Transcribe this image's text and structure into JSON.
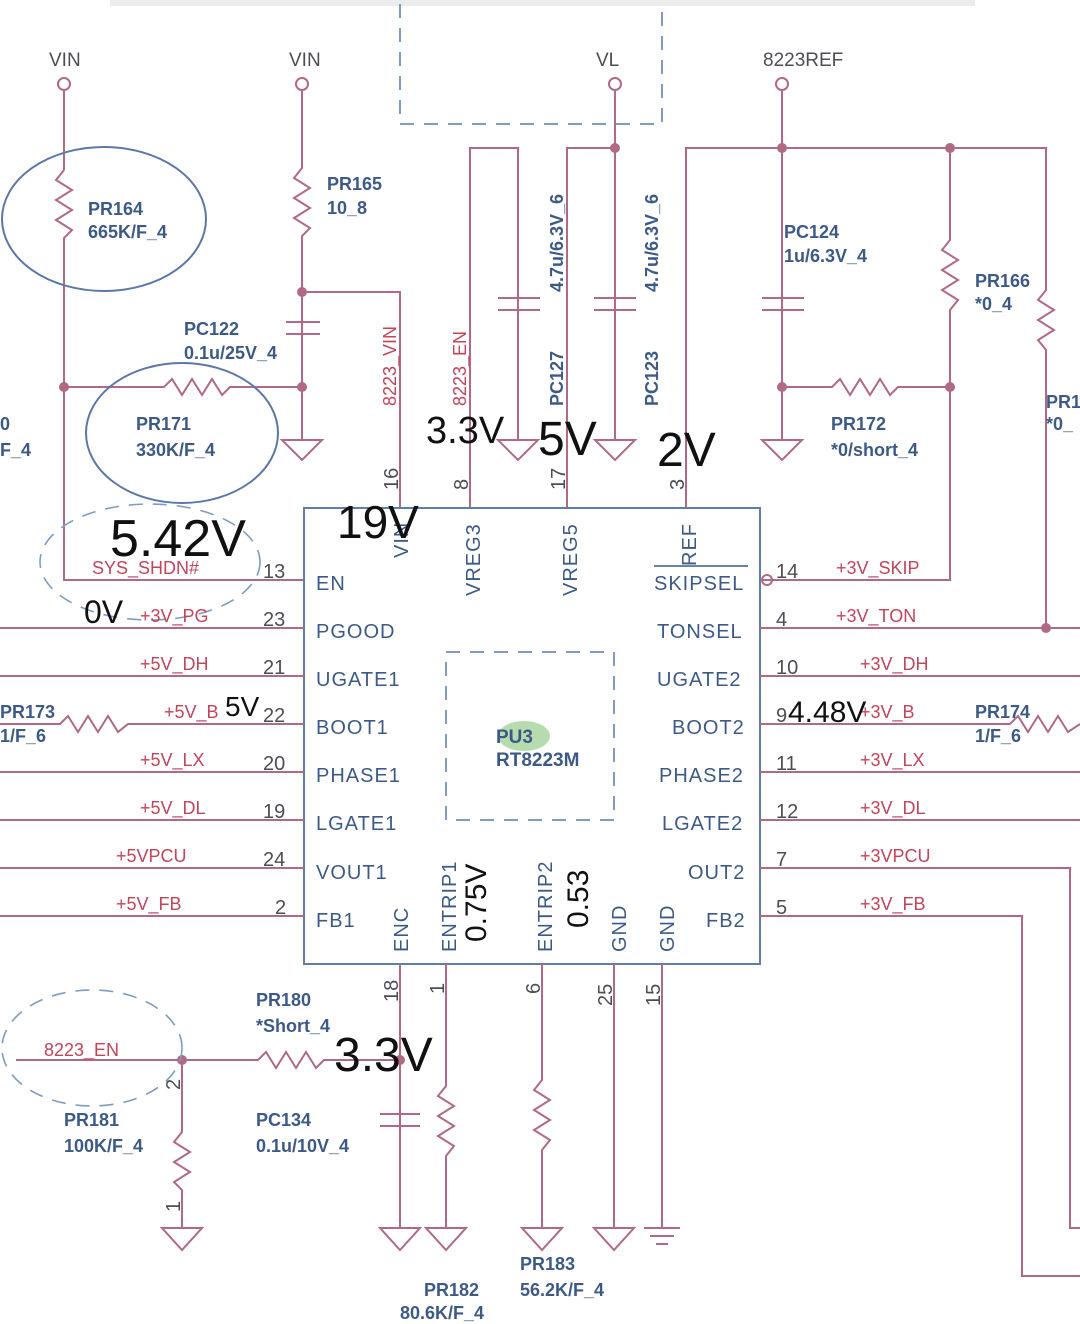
{
  "power_labels": {
    "vin_left": "VIN",
    "vin_right": "VIN",
    "vl": "VL",
    "ref_8223": "8223REF"
  },
  "components": {
    "pr164": {
      "ref": "PR164",
      "value": "665K/F_4"
    },
    "pr165": {
      "ref": "PR165",
      "value": "10_8"
    },
    "pc122": {
      "ref": "PC122",
      "value": "0.1u/25V_4"
    },
    "pr171": {
      "ref": "PR171",
      "value": "330K/F_4"
    },
    "pc127": {
      "ref": "PC127",
      "value": "4.7u/6.3V_6"
    },
    "pc123": {
      "ref": "PC123",
      "value": "4.7u/6.3V_6"
    },
    "pc124": {
      "ref": "PC124",
      "value": "1u/6.3V_4"
    },
    "pr166": {
      "ref": "PR166",
      "value": "*0_4"
    },
    "pr172": {
      "ref": "PR172",
      "value": "*0/short_4"
    },
    "pr_right_cut": {
      "ref": "PR1",
      "value": "*0_"
    },
    "pr_left_cut_value": "0",
    "pr_left_cut_value2": "F_4",
    "pr173": {
      "ref": "PR173",
      "value": "1/F_6"
    },
    "pr174": {
      "ref": "PR174",
      "value": "1/F_6"
    },
    "pr180": {
      "ref": "PR180",
      "value": "*Short_4"
    },
    "pr181": {
      "ref": "PR181",
      "value": "100K/F_4",
      "pin1": "1",
      "pin2": "2"
    },
    "pc134": {
      "ref": "PC134",
      "value": "0.1u/10V_4"
    },
    "pr182": {
      "ref": "PR182",
      "value": "80.6K/F_4"
    },
    "pr183": {
      "ref": "PR183",
      "value": "56.2K/F_4"
    }
  },
  "ic": {
    "ref": "PU3",
    "part": "RT8223M",
    "left_pins": [
      {
        "num": "13",
        "name": "EN",
        "net": "SYS_SHDN#"
      },
      {
        "num": "23",
        "name": "PGOOD",
        "net": "+3V_PG"
      },
      {
        "num": "21",
        "name": "UGATE1",
        "net": "+5V_DH"
      },
      {
        "num": "22",
        "name": "BOOT1",
        "net": "+5V_B"
      },
      {
        "num": "20",
        "name": "PHASE1",
        "net": "+5V_LX"
      },
      {
        "num": "19",
        "name": "LGATE1",
        "net": "+5V_DL"
      },
      {
        "num": "24",
        "name": "VOUT1",
        "net": "+5VPCU"
      },
      {
        "num": "2",
        "name": "FB1",
        "net": "+5V_FB"
      }
    ],
    "right_pins": [
      {
        "num": "14",
        "name": "SKIPSEL",
        "net": "+3V_SKIP"
      },
      {
        "num": "4",
        "name": "TONSEL",
        "net": "+3V_TON"
      },
      {
        "num": "10",
        "name": "UGATE2",
        "net": "+3V_DH"
      },
      {
        "num": "9",
        "name": "BOOT2",
        "net": "+3V_B"
      },
      {
        "num": "11",
        "name": "PHASE2",
        "net": "+3V_LX"
      },
      {
        "num": "12",
        "name": "LGATE2",
        "net": "+3V_DL"
      },
      {
        "num": "7",
        "name": "OUT2",
        "net": "+3VPCU"
      },
      {
        "num": "5",
        "name": "FB2",
        "net": "+3V_FB"
      }
    ],
    "top_pins": [
      {
        "num": "16",
        "name": "VIN",
        "net": "8223_VIN"
      },
      {
        "num": "8",
        "name": "VREG3",
        "net": "8223_EN"
      },
      {
        "num": "17",
        "name": "VREG5",
        "net": ""
      },
      {
        "num": "3",
        "name": "REF",
        "net": ""
      }
    ],
    "bottom_pins": [
      {
        "num": "18",
        "name": "ENC"
      },
      {
        "num": "1",
        "name": "ENTRIP1"
      },
      {
        "num": "6",
        "name": "ENTRIP2"
      },
      {
        "num": "25",
        "name": "GND"
      },
      {
        "num": "15",
        "name": "GND"
      }
    ]
  },
  "nets": {
    "en_8223": "8223_EN"
  },
  "measurements": {
    "en": "5.42V",
    "pgood": "0V",
    "vin": "19V",
    "vreg3": "3.3V",
    "vreg5": "5V",
    "ref": "2V",
    "boot1": "5V",
    "boot2": "4.48V",
    "entrip1": "0.75V",
    "entrip2": "0.53",
    "enc": "3.3V"
  },
  "colors": {
    "wire": "#b06a86",
    "net_label": "#c2455a",
    "ref_text": "#3d5a87",
    "chip_outline": "#5f7fa8",
    "highlight": "#a8d5a0"
  }
}
